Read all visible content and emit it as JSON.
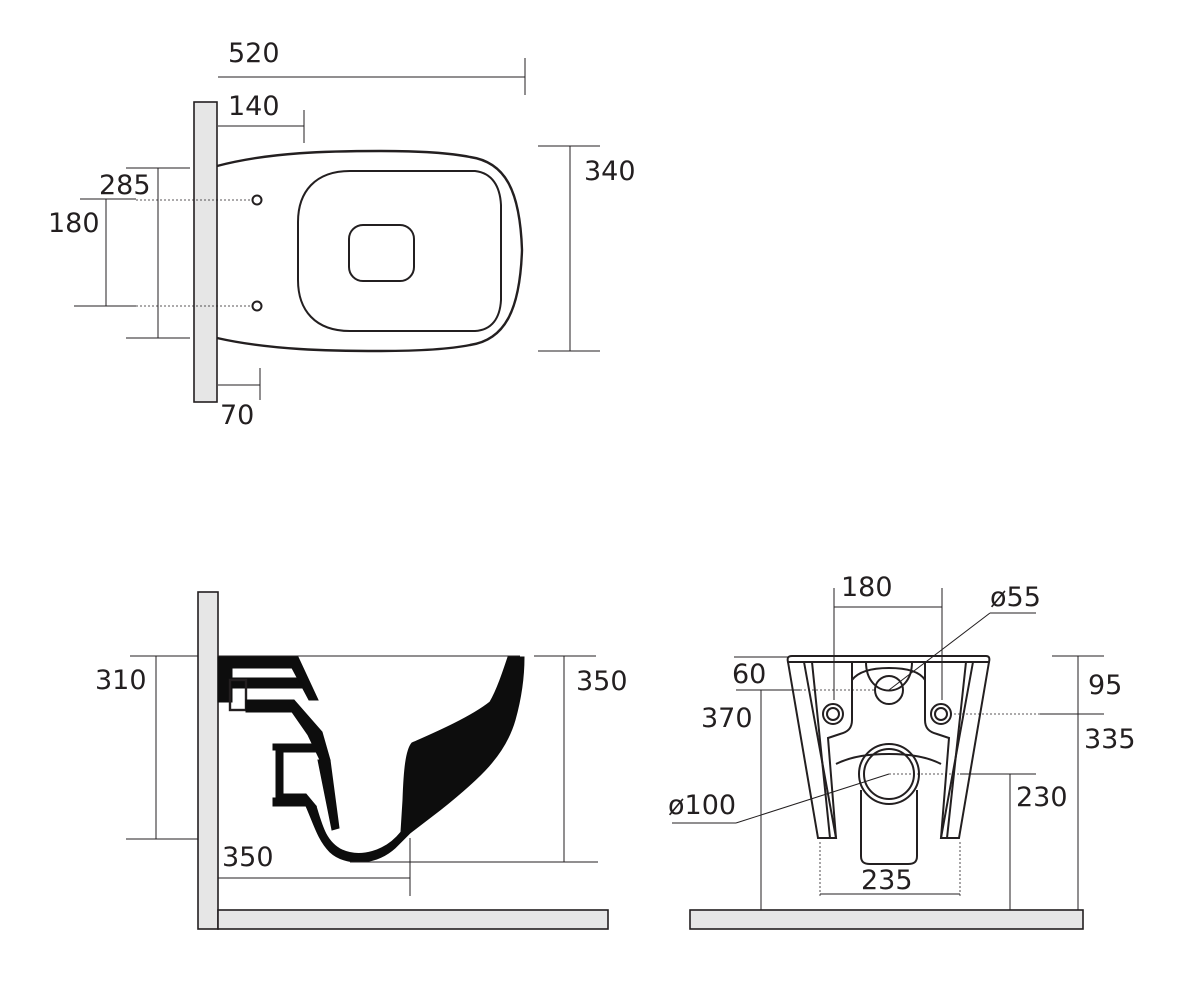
{
  "top_view": {
    "dim_length": "520",
    "dim_fixing_depth": "140",
    "dim_outer": "285",
    "dim_fixing_spacing": "180",
    "dim_width": "340",
    "dim_wall_offset": "70"
  },
  "side_view": {
    "dim_inlet_height": "310",
    "dim_bowl_height": "350",
    "dim_outlet_depth": "350"
  },
  "rear_view": {
    "dim_fixing_spacing": "180",
    "dim_inlet_diameter": "ø55",
    "dim_inlet_offset": "60",
    "dim_fixing_height_left": "370",
    "dim_fixing_offset_right": "95",
    "dim_fixing_height_right": "335",
    "dim_outlet_diameter": "ø100",
    "dim_outlet_height": "230",
    "dim_outlet_spacing": "235"
  }
}
